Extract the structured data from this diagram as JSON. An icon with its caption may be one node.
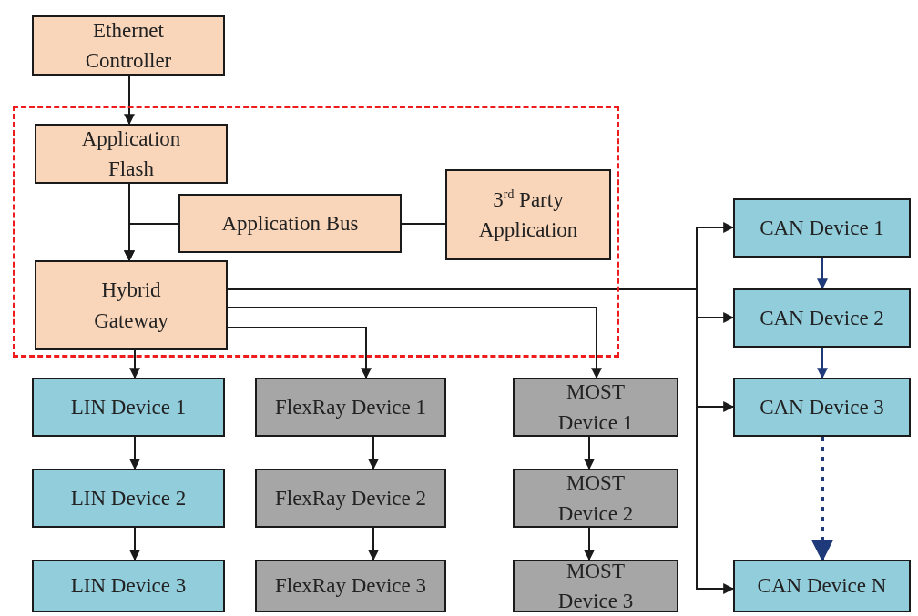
{
  "diagram": {
    "nodes": [
      {
        "text": [
          "Ethernet Controller"
        ]
      },
      {
        "text": [],
        "shape": "box"
      },
      {
        "text": [
          "Application Flash"
        ],
        "in": 1
      },
      {
        "text": [
          "Application Bus"
        ],
        "in": 1
      },
      {
        "text": [
          "3$^{rd}$ Party Application"
        ],
        "in": 1
      },
      {
        "text": [
          "Hybrid Gateway"
        ],
        "in": 1
      },
      {
        "text": [
          "LIN Device 1"
        ]
      },
      {
        "text": [
          "FlexRay Device 1"
        ]
      },
      {
        "text": [
          "MOST Device 1"
        ]
      },
      {
        "text": [
          "LIN Device 2"
        ]
      },
      {
        "text": [
          "FlexRay Device 2"
        ]
      },
      {
        "text": [
          "MOST Device 2"
        ]
      },
      {
        "text": [
          "LIN Device 3"
        ]
      },
      {
        "text": [
          "FlexRay Device 3"
        ]
      },
      {
        "text": [
          "MOST Device 3"
        ]
      },
      {
        "text": [
          "CAN Device 1"
        ]
      },
      {
        "text": [
          "CAN Device 2"
        ]
      },
      {
        "text": [
          "CAN Device 3"
        ]
      },
      {
        "text": [
          "CAN Device N"
        ]
      }
    ],
    "edges": [
      {
        "from": 0,
        "to": 2,
        "arrow": "to"
      },
      {
        "from": 2,
        "to": 5,
        "arrow": "to"
      },
      {
        "from": 3,
        "to": 5,
        "arrow": "to"
      },
      {
        "from": 4,
        "to": 3,
        "arrow": "none"
      },
      {
        "from": 5,
        "to": 6,
        "arrow": "to"
      },
      {
        "from": 5,
        "to": 7,
        "arrow": "to"
      },
      {
        "from": 5,
        "to": 8,
        "arrow": "to"
      },
      {
        "from": 5,
        "to": 15,
        "arrow": "to"
      },
      {
        "from": 5,
        "to": 16,
        "arrow": "to"
      },
      {
        "from": 5,
        "to": 17,
        "arrow": "to"
      },
      {
        "from": 5,
        "to": 18,
        "arrow": "to"
      },
      {
        "from": 6,
        "to": 9,
        "arrow": "to"
      },
      {
        "from": 9,
        "to": 12,
        "arrow": "to"
      },
      {
        "from": 7,
        "to": 10,
        "arrow": "to"
      },
      {
        "from": 10,
        "to": 13,
        "arrow": "to"
      },
      {
        "from": 8,
        "to": 11,
        "arrow": "to"
      },
      {
        "from": 11,
        "to": 14,
        "arrow": "to"
      },
      {
        "from": 15,
        "to": 16,
        "arrow": "to",
        "color": "#1f3a7a"
      },
      {
        "from": 16,
        "to": 17,
        "arrow": "to",
        "color": "#1f3a7a"
      },
      {
        "from": 17,
        "to": 18,
        "arrow": "to",
        "style": "dashed",
        "color": "#1f3a7a"
      }
    ]
  }
}
